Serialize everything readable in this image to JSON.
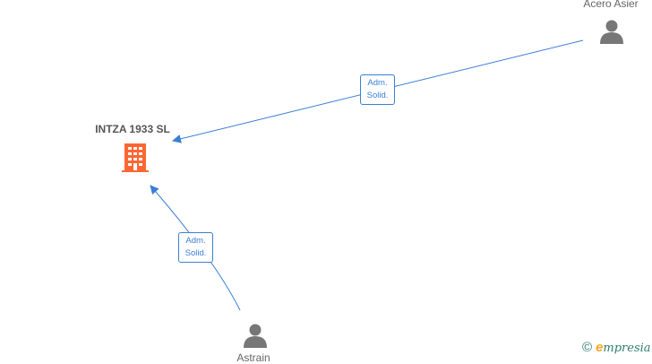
{
  "nodes": {
    "company": {
      "label": "INTZA 1933  SL",
      "icon": "building-icon",
      "color": "#ff6633"
    },
    "person_top": {
      "label": "Acero Asier",
      "icon": "person-icon",
      "color": "#777777"
    },
    "person_bottom": {
      "label": "Astrain",
      "icon": "person-icon",
      "color": "#777777"
    }
  },
  "relations": [
    {
      "line1": "Adm.",
      "line2": "Solid."
    },
    {
      "line1": "Adm.",
      "line2": "Solid."
    }
  ],
  "colors": {
    "edge": "#3a7fd5"
  },
  "brand": {
    "copyright": "©",
    "initial": "e",
    "rest": "mpresia"
  }
}
